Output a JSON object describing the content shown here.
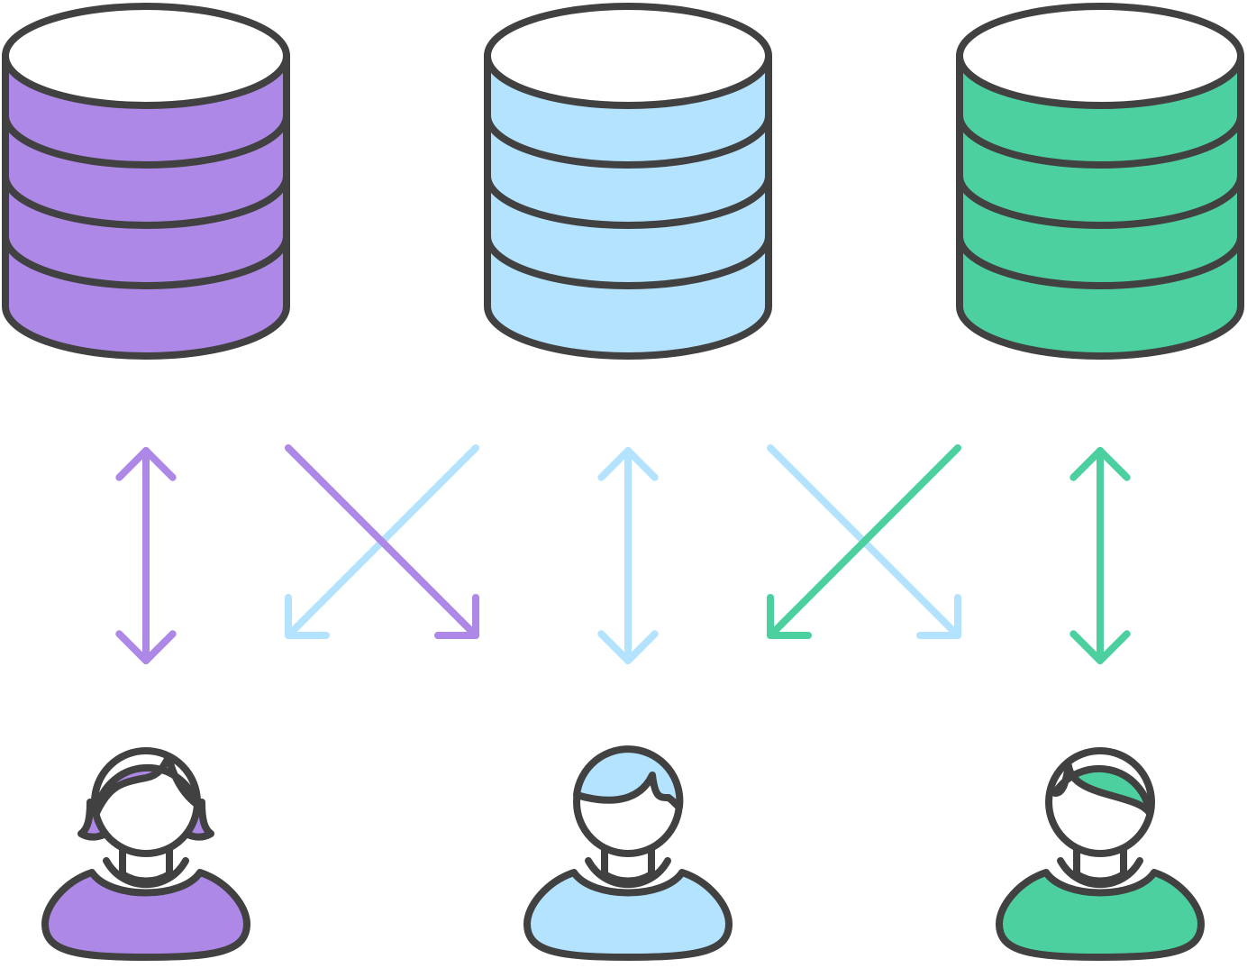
{
  "colors": {
    "stroke": "#414141",
    "purple": "#AD88E6",
    "blue": "#B3E3FE",
    "green": "#4DD0A0"
  },
  "columns": [
    {
      "id": "purple",
      "color_key": "purple",
      "hair": "female"
    },
    {
      "id": "blue",
      "color_key": "blue",
      "hair": "short"
    },
    {
      "id": "green",
      "color_key": "green",
      "hair": "swept"
    }
  ],
  "connections": [
    {
      "from": "purple-database",
      "to": "purple-user",
      "color_key": "purple",
      "direction": "bidirectional"
    },
    {
      "from": "purple-database",
      "to": "blue-user",
      "color_key": "purple",
      "direction": "one-way"
    },
    {
      "from": "blue-database",
      "to": "purple-user",
      "color_key": "blue",
      "direction": "one-way"
    },
    {
      "from": "blue-database",
      "to": "blue-user",
      "color_key": "blue",
      "direction": "bidirectional"
    },
    {
      "from": "blue-database",
      "to": "green-user",
      "color_key": "blue",
      "direction": "one-way"
    },
    {
      "from": "green-database",
      "to": "blue-user",
      "color_key": "green",
      "direction": "one-way"
    },
    {
      "from": "green-database",
      "to": "green-user",
      "color_key": "green",
      "direction": "bidirectional"
    }
  ]
}
